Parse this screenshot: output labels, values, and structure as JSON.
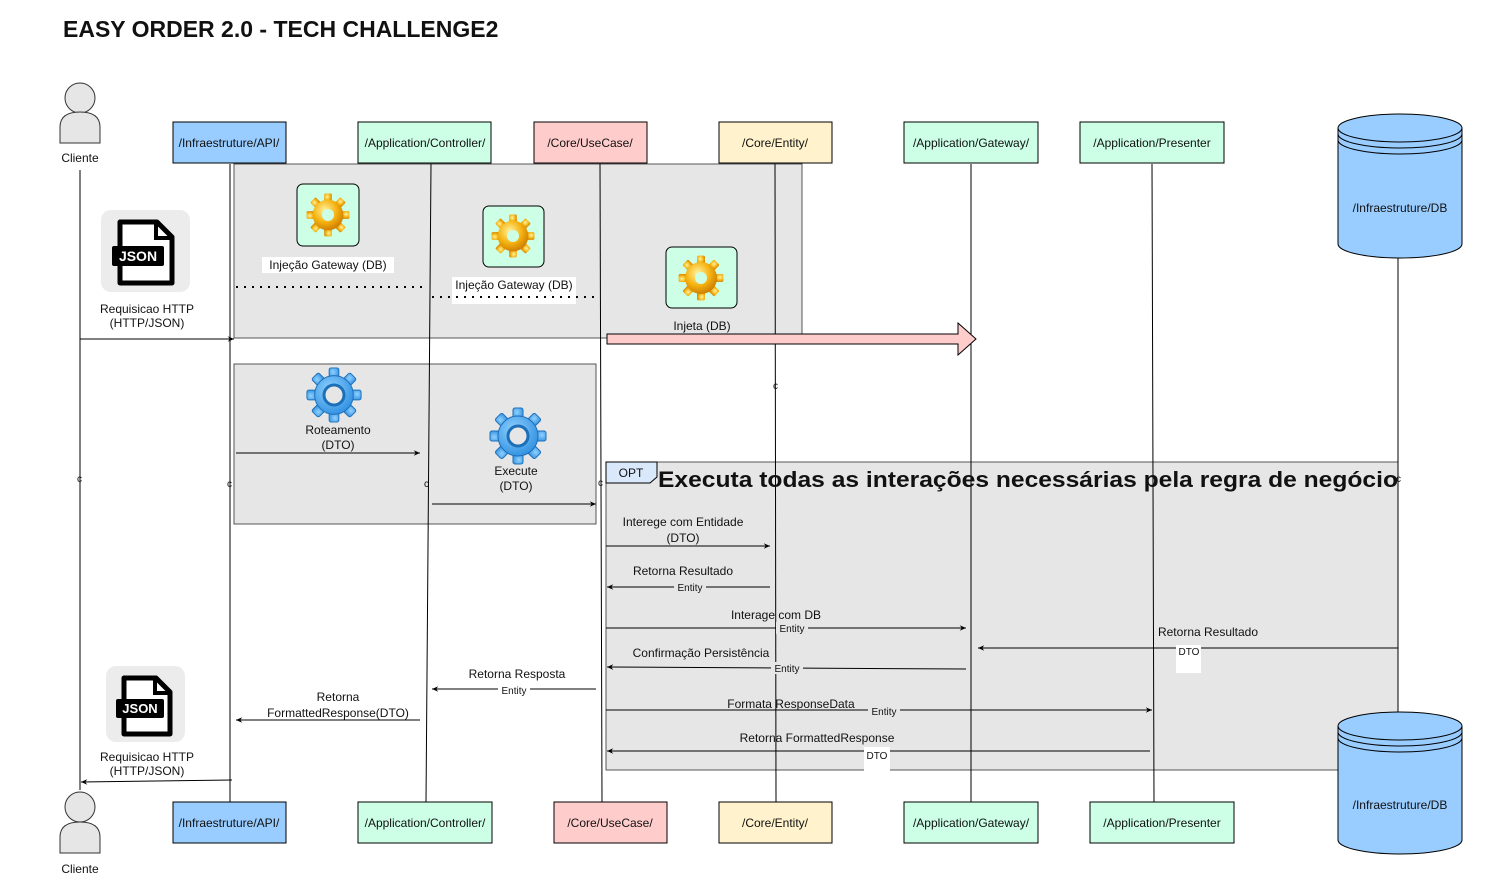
{
  "title": "EASY ORDER 2.0 - TECH CHALLENGE2",
  "actor_label": "Cliente",
  "participants": {
    "api": "/Infraestruture/API/",
    "controller": "/Application/Controller/",
    "usecase": "/Core/UseCase/",
    "entity": "/Core/Entity/",
    "gateway": "/Application/Gateway/",
    "presenter": "/Application/Presenter",
    "db": "/Infraestruture/DB"
  },
  "colors": {
    "api": "#99ccff",
    "controller": "#ccffe6",
    "usecase": "#ffcccc",
    "entity": "#fff2cc",
    "gateway": "#ccffe6",
    "presenter": "#ccffe6",
    "db": "#99ccff",
    "frame": "#e6e6e6",
    "opt_tag": "#dae8fc",
    "inject_arrow": "#ffcccc"
  },
  "icons": {
    "json_top": "JSON",
    "json_bottom": "JSON"
  },
  "labels": {
    "http_request_top_1": "Requisicao HTTP",
    "http_request_top_2": "(HTTP/JSON)",
    "http_request_bottom_1": "Requisicao HTTP",
    "http_request_bottom_2": "(HTTP/JSON)",
    "gateway_injection_1": "Injeção Gateway (DB)",
    "gateway_injection_2": "Injeção Gateway (DB)",
    "inject_db": "Injeta (DB)",
    "routing_1": "Roteamento",
    "routing_2": "(DTO)",
    "execute_1": "Execute",
    "execute_2": "(DTO)",
    "opt_tag": "OPT",
    "opt_title": "Executa todas as interações necessárias pela regra de negócio",
    "lifeline_marker": "c"
  },
  "messages": {
    "m1_1": "Interege com Entidade",
    "m1_2": "(DTO)",
    "m2": "Retorna Resultado",
    "m2_sub": "Entity",
    "m3": "Interage com DB",
    "m3_sub": "Entity",
    "m4": "Retorna Resultado",
    "m4_sub": "DTO",
    "m5": "Confirmação Persistência",
    "m5_sub": "Entity",
    "m6": "Retorna Resposta",
    "m6_sub": "Entity",
    "m7_1": "Retorna",
    "m7_2": "FormattedResponse(DTO)",
    "m8": "Formata ResponseData",
    "m8_sub": "Entity",
    "m9": "Retorna FormattedResponse",
    "m9_sub": "DTO"
  }
}
